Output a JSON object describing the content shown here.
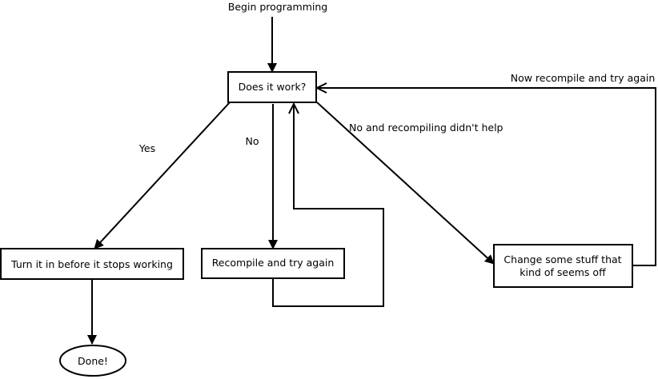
{
  "start_label": "Begin programming",
  "nodes": {
    "does_it_work": "Does it work?",
    "turn_it_in": "Turn it in before it stops working",
    "recompile": "Recompile and try again",
    "change_stuff_line1": "Change some stuff that",
    "change_stuff_line2": "kind of seems off",
    "done": "Done!"
  },
  "edges": {
    "yes": "Yes",
    "no": "No",
    "no_recompile_didnt_help": "No and recompiling didn't help",
    "now_recompile": "Now recompile and try again"
  },
  "colors": {
    "stroke": "#000000",
    "background": "#ffffff"
  }
}
